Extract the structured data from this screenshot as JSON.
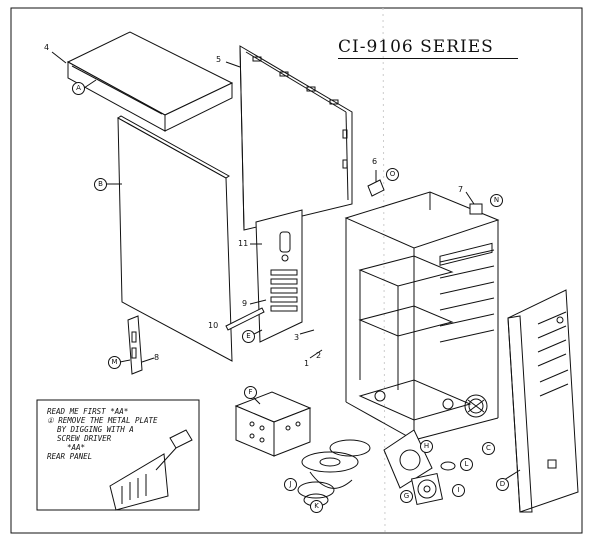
{
  "title": "CI-9106 SERIES",
  "number_labels": [
    "4",
    "5",
    "6",
    "7",
    "11",
    "9",
    "10",
    "3",
    "1",
    "2",
    "8"
  ],
  "letter_labels": [
    "A",
    "B",
    "O",
    "N",
    "E",
    "M",
    "F",
    "H",
    "C",
    "L",
    "J",
    "G",
    "I",
    "K",
    "D"
  ],
  "rear_panel_note": {
    "line1": "READ ME FIRST *AA*",
    "line2": "① REMOVE THE METAL PLATE",
    "line3": "BY DIGGING WITH A",
    "line4": "SCREW DRIVER",
    "line5": "*AA*",
    "line6": "REAR PANEL"
  },
  "colors": {
    "ink": "#111111",
    "paper": "#ffffff"
  }
}
